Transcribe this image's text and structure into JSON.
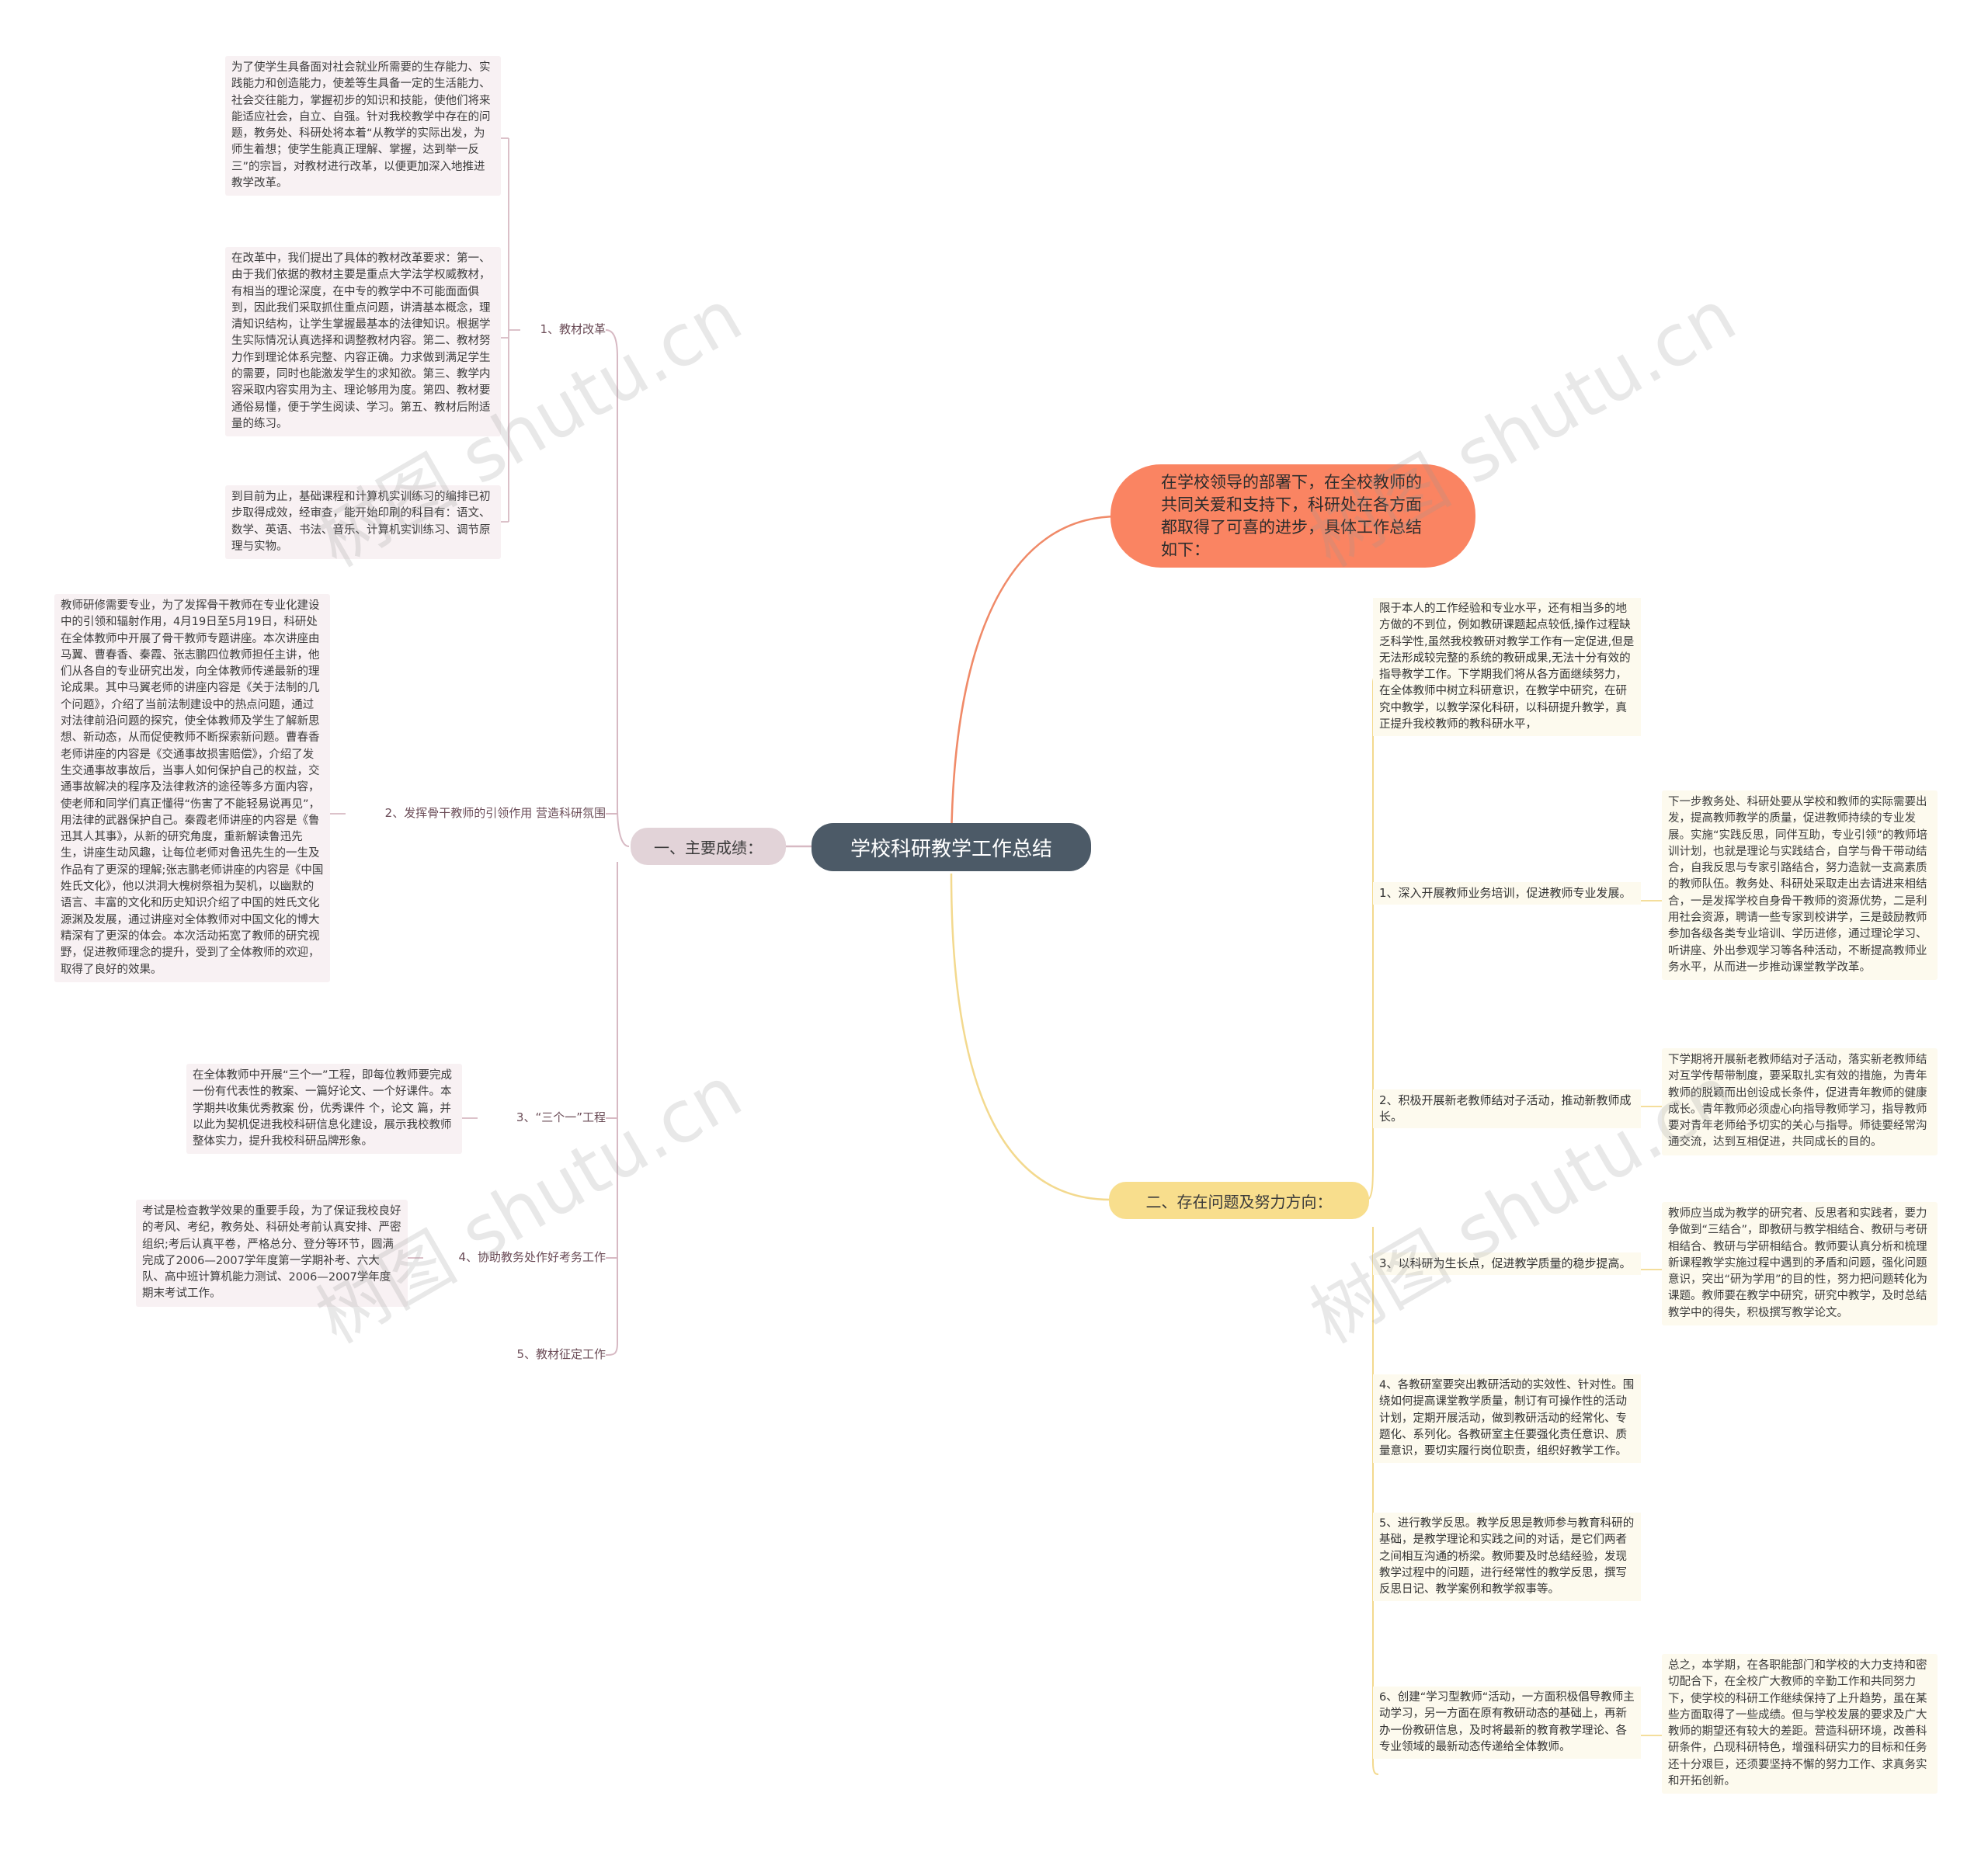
{
  "root": {
    "title": "学校科研教学工作总结"
  },
  "intro": {
    "text": "在学校领导的部署下，在全校教师的共同关爱和支持下，科研处在各方面都取得了可喜的进步，具体工作总结如下："
  },
  "left_branch": {
    "label": "一、主要成绩：",
    "items": [
      {
        "label": "1、教材改革",
        "details": [
          "为了使学生具备面对社会就业所需要的生存能力、实践能力和创造能力，使差等生具备一定的生活能力、社会交往能力，掌握初步的知识和技能，使他们将来能适应社会，自立、自强。针对我校教学中存在的问题，教务处、科研处将本着“从教学的实际出发，为师生着想；使学生能真正理解、掌握，达到举一反三”的宗旨，对教材进行改革，以便更加深入地推进教学改革。",
          "在改革中，我们提出了具体的教材改革要求：第一、由于我们依据的教材主要是重点大学法学权威教材，有相当的理论深度，在中专的教学中不可能面面俱到，因此我们采取抓住重点问题，讲清基本概念，理清知识结构，让学生掌握最基本的法律知识。根据学生实际情况认真选择和调整教材内容。第二、教材努力作到理论体系完整、内容正确。力求做到满足学生的需要，同时也能激发学生的求知欲。第三、教学内容采取内容实用为主、理论够用为度。第四、教材要通俗易懂，便于学生阅读、学习。第五、教材后附适量的练习。",
          "到目前为止，基础课程和计算机实训练习的编排已初步取得成效，经审查，能开始印刷的科目有：语文、数学、英语、书法、音乐、计算机实训练习、调节原理与实物。"
        ]
      },
      {
        "label": "2、发挥骨干教师的引领作用 营造科研氛围",
        "details": [
          "教师研修需要专业，为了发挥骨干教师在专业化建设中的引领和辐射作用，4月19日至5月19日，科研处在全体教师中开展了骨干教师专题讲座。本次讲座由马翼、曹春香、秦霞、张志鹏四位教师担任主讲，他们从各自的专业研究出发，向全体教师传递最新的理论成果。其中马翼老师的讲座内容是《关于法制的几个问题》，介绍了当前法制建设中的热点问题，通过对法律前沿问题的探究，使全体教师及学生了解新思想、新动态，从而促使教师不断探索新问题。曹春香老师讲座的内容是《交通事故损害赔偿》，介绍了发生交通事故事故后，当事人如何保护自己的权益，交通事故解决的程序及法律救济的途径等多方面内容，使老师和同学们真正懂得“伤害了不能轻易说再见”，用法律的武器保护自己。秦霞老师讲座的内容是《鲁迅其人其事》，从新的研究角度，重新解读鲁迅先生，讲座生动风趣，让每位老师对鲁迅先生的一生及作品有了更深的理解;张志鹏老师讲座的内容是《中国姓氏文化》，他以洪洞大槐树祭祖为契机，以幽默的语言、丰富的文化和历史知识介绍了中国的姓氏文化源渊及发展，通过讲座对全体教师对中国文化的博大精深有了更深的体会。本次活动拓宽了教师的研究视野，促进教师理念的提升，受到了全体教师的欢迎，取得了良好的效果。"
        ]
      },
      {
        "label": "3、“三个一”工程",
        "details": [
          "在全体教师中开展“三个一”工程，即每位教师要完成一份有代表性的教案、一篇好论文、一个好课件。本学期共收集优秀教案 份，优秀课件 个，论文 篇，并以此为契机促进我校科研信息化建设，展示我校教师整体实力，提升我校科研品牌形象。"
        ]
      },
      {
        "label": "4、协助教务处作好考务工作",
        "details": [
          "考试是检查教学效果的重要手段，为了保证我校良好的考风、考纪，教务处、科研处考前认真安排、严密组织;考后认真平卷，严格总分、登分等环节，圆满完成了2006—2007学年度第一学期补考、六大队、高中班计算机能力测试、2006—2007学年度期末考试工作。"
        ]
      },
      {
        "label": "5、教材征定工作",
        "details": []
      }
    ]
  },
  "right_branch": {
    "label": "二、存在问题及努力方向：",
    "preface": "限于本人的工作经验和专业水平，还有相当多的地方做的不到位，例如教研课题起点较低,操作过程缺乏科学性,虽然我校教研对教学工作有一定促进,但是无法形成较完整的系统的教研成果,无法十分有效的指导教学工作。下学期我们将从各方面继续努力，在全体教师中树立科研意识，在教学中研究，在研究中教学，以教学深化科研，以科研提升教学，真正提升我校教师的教科研水平，",
    "items": [
      {
        "label": "1、深入开展教师业务培训，促进教师专业发展。",
        "details": "下一步教务处、科研处要从学校和教师的实际需要出发，提高教师教学的质量，促进教师持续的专业发展。实施“实践反思，同伴互助，专业引领”的教师培训计划，也就是理论与实践结合，自学与骨干带动结合，自我反思与专家引路结合，努力造就一支高素质的教师队伍。教务处、科研处采取走出去请进来相结合，一是发挥学校自身骨干教师的资源优势，二是利用社会资源，聘请一些专家到校讲学，三是鼓励教师参加各级各类专业培训、学历进修，通过理论学习、听讲座、外出参观学习等各种活动，不断提高教师业务水平，从而进一步推动课堂教学改革。"
      },
      {
        "label": "2、积极开展新老教师结对子活动，推动新教师成长。",
        "details": "下学期将开展新老教师结对子活动，落实新老教师结对互学传帮带制度，要采取扎实有效的措施，为青年教师的脱颖而出创设成长条件，促进青年教师的健康成长。青年教师必须虚心向指导教师学习，指导教师要对青年老师给予切实的关心与指导。师徒要经常沟通交流，达到互相促进，共同成长的目的。"
      },
      {
        "label": "3、以科研为生长点，促进教学质量的稳步提高。",
        "details": "教师应当成为教学的研究者、反思者和实践者，要力争做到“三结合”，即教研与教学相结合、教研与考研相结合、教研与学研相结合。教师要认真分析和梳理新课程教学实施过程中遇到的矛盾和问题，强化问题意识，突出“研为学用”的目的性，努力把问题转化为课题。教师要在教学中研究，研究中教学，及时总结教学中的得失，积极撰写教学论文。"
      },
      {
        "label": "4、各教研室要突出教研活动的实效性、针对性。围绕如何提高课堂教学质量，制订有可操作性的活动计划，定期开展活动，做到教研活动的经常化、专题化、系列化。各教研室主任要强化责任意识、质量意识，要切实履行岗位职责，组织好教学工作。",
        "details": ""
      },
      {
        "label": "5、进行教学反思。教学反思是教师参与教育科研的基础，是教学理论和实践之间的对话，是它们两者之间相互沟通的桥梁。教师要及时总结经验，发现教学过程中的问题，进行经常性的教学反思，撰写反思日记、教学案例和教学叙事等。",
        "details": ""
      },
      {
        "label": "6、创建“学习型教师“活动，一方面积极倡导教师主动学习，另一方面在原有教研动态的基础上，再新办一份教研信息，及时将最新的教育教学理论、各专业领域的最新动态传递给全体教师。",
        "details": "总之，本学期，在各职能部门和学校的大力支持和密切配合下，在全校广大教师的辛勤工作和共同努力下，使学校的科研工作继续保持了上升趋势，虽在某些方面取得了一些成绩。但与学校发展的要求及广大教师的期望还有较大的差距。营造科研环境，改善科研条件，凸现科研特色，增强科研实力的目标和任务还十分艰巨，还须要坚持不懈的努力工作、求真务实和开拓创新。"
      }
    ]
  },
  "watermark": {
    "text": "树图 shutu.cn"
  },
  "colors": {
    "root": "#4c5a67",
    "intro": "#fa8462",
    "left_branch": "#e2d3d8",
    "right_branch": "#f8de8d",
    "left_line": "#d7b9c3",
    "right_line": "#f3d98e",
    "intro_line": "#f08a68"
  }
}
